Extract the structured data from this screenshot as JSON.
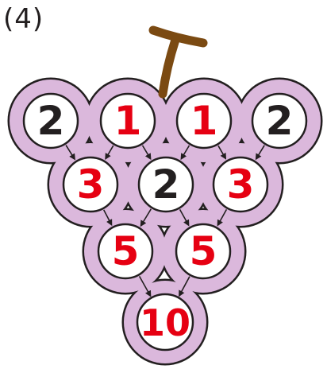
{
  "title": "(4)",
  "colors": {
    "grape_fill": "#dbb8dc",
    "grape_outline": "#231f20",
    "stem": "#7b4a12",
    "circle_fill": "#ffffff",
    "black_number": "#231f20",
    "red_number": "#e60012"
  },
  "rows": [
    [
      {
        "value": "2",
        "color": "black"
      },
      {
        "value": "1",
        "color": "red"
      },
      {
        "value": "1",
        "color": "red"
      },
      {
        "value": "2",
        "color": "black"
      }
    ],
    [
      {
        "value": "3",
        "color": "red"
      },
      {
        "value": "2",
        "color": "black"
      },
      {
        "value": "3",
        "color": "red"
      }
    ],
    [
      {
        "value": "5",
        "color": "red"
      },
      {
        "value": "5",
        "color": "red"
      }
    ],
    [
      {
        "value": "10",
        "color": "red"
      }
    ]
  ]
}
